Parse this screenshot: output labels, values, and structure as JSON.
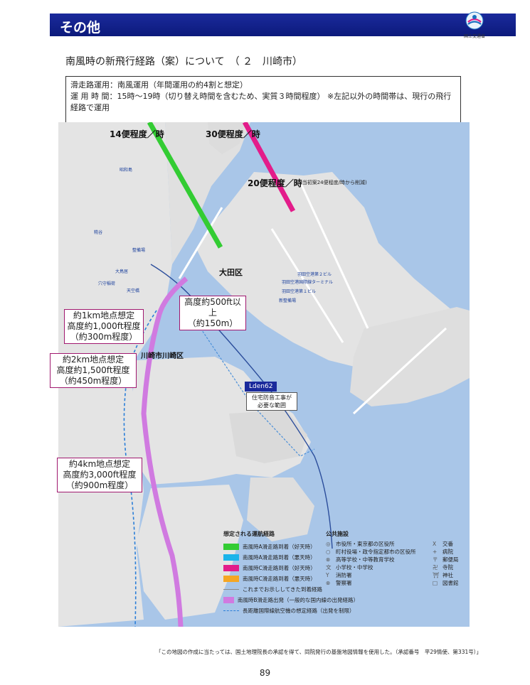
{
  "header": {
    "title": "その他",
    "logo_text": "国土交通省"
  },
  "subtitle": "南風時の新飛行経路（案）について　（ ２　川崎市）",
  "info": {
    "line1": "滑走路運用：南風運用（年間運用の約4割と想定）",
    "line2": "運 用 時 間：15時～19時（切り替え時間を含むため、実質３時間程度）  ※左記以外の時間帯は、現行の飛行",
    "line3": "経路で運用"
  },
  "map": {
    "freq_14": "14便程度／時",
    "freq_30": "30便程度／時",
    "freq_20": "20便程度／時",
    "freq_20_note": "(当初案24便程度/時から削減)",
    "area_ota": "大田区",
    "area_kawasaki": "川崎市川崎区",
    "altitude_top": [
      "高度約500ft以上",
      "（約150m）"
    ],
    "altitude_1km": [
      "約1km地点想定",
      "高度約1,000ft程度",
      "（約300m程度）"
    ],
    "altitude_2km": [
      "約2km地点想定",
      "高度約1,500ft程度",
      "（約450m程度）"
    ],
    "altitude_4km": [
      "約4km地点想定",
      "高度約3,000ft程度",
      "（約900m程度）"
    ],
    "lden": "Lden62",
    "noise_note": [
      "住宅防音工事が",
      "必要な範囲"
    ],
    "terminal_labels": [
      "羽田空港第２ビル",
      "羽田空港国際線ターミナル",
      "羽田空港第１ビル"
    ],
    "place_labels": [
      "昭和島",
      "新整備場",
      "大鳥居",
      "天空橋",
      "穴守稲荷",
      "糀谷",
      "整備場"
    ],
    "colors": {
      "water": "#a9c6e8",
      "land": "#e3e3e3",
      "pink": "#e31c8a",
      "green": "#33cc33",
      "lilac": "#d07ae0"
    }
  },
  "legend": {
    "route_title": "想定される運航経路",
    "routes": [
      {
        "color": "#33cc33",
        "label": "南風時A滑走路到着（好天時）",
        "style": "bar"
      },
      {
        "color": "#1ab4ea",
        "label": "南風時A滑走路到着（悪天時）",
        "style": "bar"
      },
      {
        "color": "#e31c8a",
        "label": "南風時C滑走路到着（好天時）",
        "style": "bar"
      },
      {
        "color": "#f5a623",
        "label": "南風時C滑走路到着（悪天時）",
        "style": "bar"
      },
      {
        "color": "#888888",
        "label": "これまでお示ししてきた到着経路",
        "style": "line"
      },
      {
        "color": "#d07ae0",
        "label": "南風時B滑走路出発（一般的な国内線の出発経路）",
        "style": "bar"
      },
      {
        "color": "#2a7ed8",
        "label": "長距離国際線航空機の想定経路（出発を制限）",
        "style": "dash"
      }
    ],
    "facility_title": "公共施設",
    "facilities_left": [
      {
        "sym": "◎",
        "label": "市役所・東京都の区役所"
      },
      {
        "sym": "○",
        "label": "町村役場・政令指定都市の区役所"
      },
      {
        "sym": "⊗",
        "label": "高等学校・中等教育学校"
      },
      {
        "sym": "文",
        "label": "小学校・中学校"
      },
      {
        "sym": "Y",
        "label": "消防署"
      },
      {
        "sym": "⊗",
        "label": "警察署"
      }
    ],
    "facilities_right": [
      {
        "sym": "X",
        "label": "交番"
      },
      {
        "sym": "+",
        "label": "病院"
      },
      {
        "sym": "〒",
        "label": "郵便局"
      },
      {
        "sym": "卍",
        "label": "寺院"
      },
      {
        "sym": "⛩",
        "label": "神社"
      },
      {
        "sym": "□",
        "label": "図書館"
      }
    ]
  },
  "footnote": "「この地図の作成に当たっては、国土地理院長の承認を得て、同院発行の基盤地図情報を使用した。（承認番号　平29情使、第331号）」",
  "page_number": "89"
}
